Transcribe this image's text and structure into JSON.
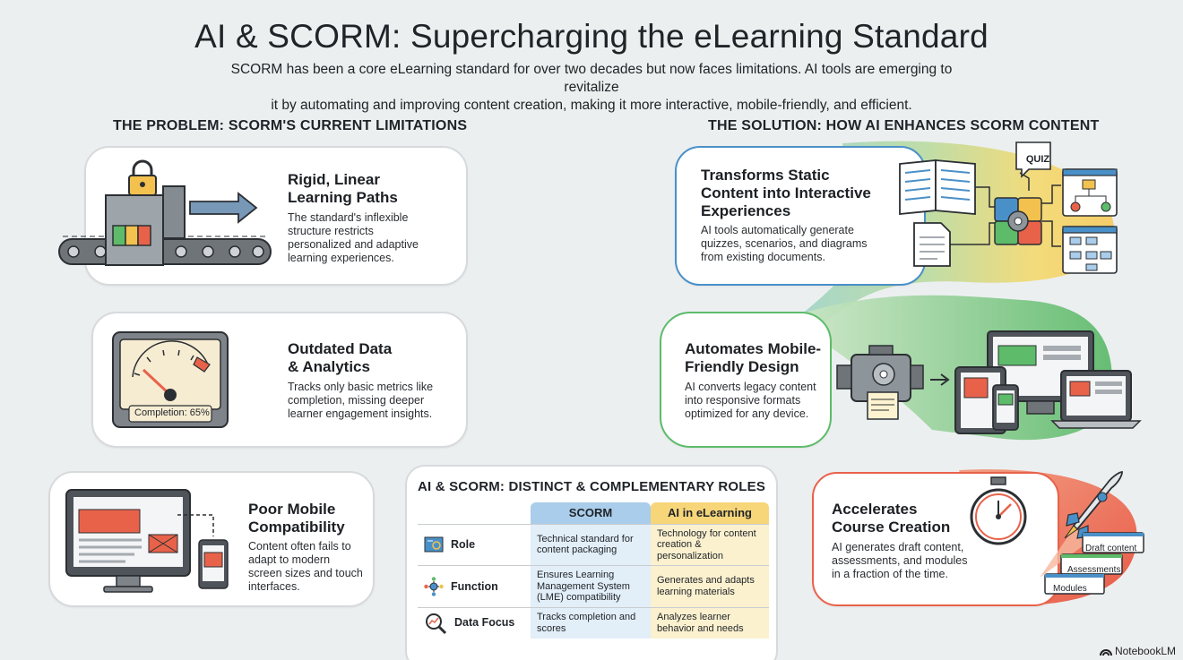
{
  "header": {
    "title": "AI & SCORM: Supercharging the eLearning Standard",
    "intro_line1": "SCORM has been a core eLearning standard for over two decades but now faces limitations. AI tools are emerging to revitalize",
    "intro_line2": "it by automating and improving content creation, making it more interactive, mobile-friendly, and efficient."
  },
  "problem": {
    "heading": "THE PROBLEM: SCORM'S CURRENT LIMITATIONS",
    "cards": [
      {
        "title1": "Rigid, Linear",
        "title2": "Learning Paths",
        "body": "The standard's inflexible structure restricts personalized and adaptive learning experiences."
      },
      {
        "title1": "Outdated Data",
        "title2": "& Analytics",
        "body": "Tracks only basic metrics like completion, missing deeper learner engagement insights.",
        "gauge_label": "Completion: 65%",
        "gauge_value": 0.65
      },
      {
        "title1": "Poor Mobile",
        "title2": "Compatibility",
        "body": "Content often fails to adapt to modern screen sizes and touch interfaces."
      }
    ]
  },
  "solution": {
    "heading": "THE SOLUTION: HOW AI ENHANCES SCORM CONTENT",
    "cards": [
      {
        "title1": "Transforms Static",
        "title2": "Content into Interactive",
        "title3": "Experiences",
        "body": "AI tools automatically generate quizzes, scenarios, and diagrams from existing documents.",
        "quiz_label": "QUIZ"
      },
      {
        "title1": "Automates Mobile-",
        "title2": "Friendly Design",
        "body": "AI converts legacy content into responsive formats optimized for any device."
      },
      {
        "title1": "Accelerates",
        "title2": "Course Creation",
        "body": "AI generates draft content, assessments, and modules in a fraction of the time.",
        "stack": [
          "Draft content",
          "Assessments",
          "Modules"
        ]
      }
    ]
  },
  "roles": {
    "title": "AI & SCORM: DISTINCT & COMPLEMENTARY ROLES",
    "col_scorm": "SCORM",
    "col_ai": "AI in eLearning",
    "rows": [
      {
        "label": "Role",
        "icon": "blueprint-icon",
        "scorm": "Technical standard for content packaging",
        "ai": "Technology for content creation & personalization"
      },
      {
        "label": "Function",
        "icon": "network-icon",
        "scorm": "Ensures Learning Management System (LME) compatibility",
        "ai": "Generates and adapts learning materials"
      },
      {
        "label": "Data Focus",
        "icon": "magnifier-chart-icon",
        "scorm": "Tracks completion and scores",
        "ai": "Analyzes learner behavior and needs"
      }
    ]
  },
  "brand": {
    "label": "NotebookLM"
  },
  "colors": {
    "blue": "#4a90c8",
    "green": "#5dbb6a",
    "red": "#e8624a",
    "yellow": "#f2c14e"
  }
}
